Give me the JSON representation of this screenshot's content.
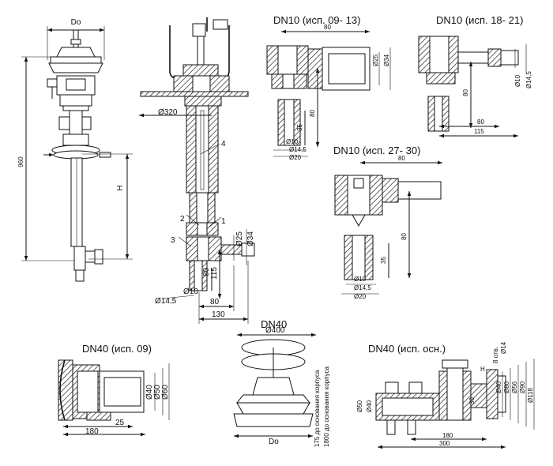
{
  "titles": {
    "dn10_a": "DN10 (исп. 09- 13)",
    "dn10_b": "DN10 (исп. 18- 21)",
    "dn10_c": "DN10 (исп. 27- 30)",
    "dn40_top": "DN40",
    "dn40_09": "DN40 (исп. 09)",
    "dn40_osn": "DN40 (исп. осн.)"
  },
  "left_view": {
    "do": "Do",
    "h960": "960",
    "h": "H"
  },
  "section_view": {
    "d320": "Ø320",
    "callout1": "1",
    "callout2": "2",
    "callout3": "3",
    "callout4": "4",
    "d25": "Ø25",
    "d34": "Ø34",
    "l115": "115",
    "l80v": "80",
    "d14_5": "Ø14,5",
    "d10": "Ø10",
    "l80": "80",
    "l130": "130"
  },
  "dn10a": {
    "l80": "80",
    "d25": "Ø25",
    "d34": "Ø34",
    "l80v": "80",
    "l35": "35",
    "d10": "Ø10",
    "d14_5": "Ø14,5",
    "d20": "Ø20"
  },
  "dn10b": {
    "d10": "Ø10",
    "d14_5": "Ø14,5",
    "l80v": "80",
    "l80": "80",
    "l115": "115"
  },
  "dn10c": {
    "l80": "80",
    "l80v": "80",
    "l35": "35",
    "d10": "Ø10",
    "d14_5": "Ø14,5",
    "d20": "Ø20"
  },
  "dn40top": {
    "d400": "Ø400",
    "do": "Do",
    "txt175": "175 до основания корпуса",
    "txt1800": "1800 до основания корпуса"
  },
  "dn40_09": {
    "d40": "Ø40",
    "d50": "Ø50",
    "d60": "Ø60",
    "l180": "180",
    "l25": "25"
  },
  "dn40osn": {
    "d50": "Ø50",
    "d40": "Ø40",
    "l180": "180",
    "l300": "300",
    "l30": "30",
    "d40r": "Ø40",
    "d80": "Ø80",
    "d56": "Ø56",
    "d90": "Ø90",
    "d118": "Ø118",
    "holes": "8 отв.",
    "d14": "Ø14",
    "h": "H"
  }
}
